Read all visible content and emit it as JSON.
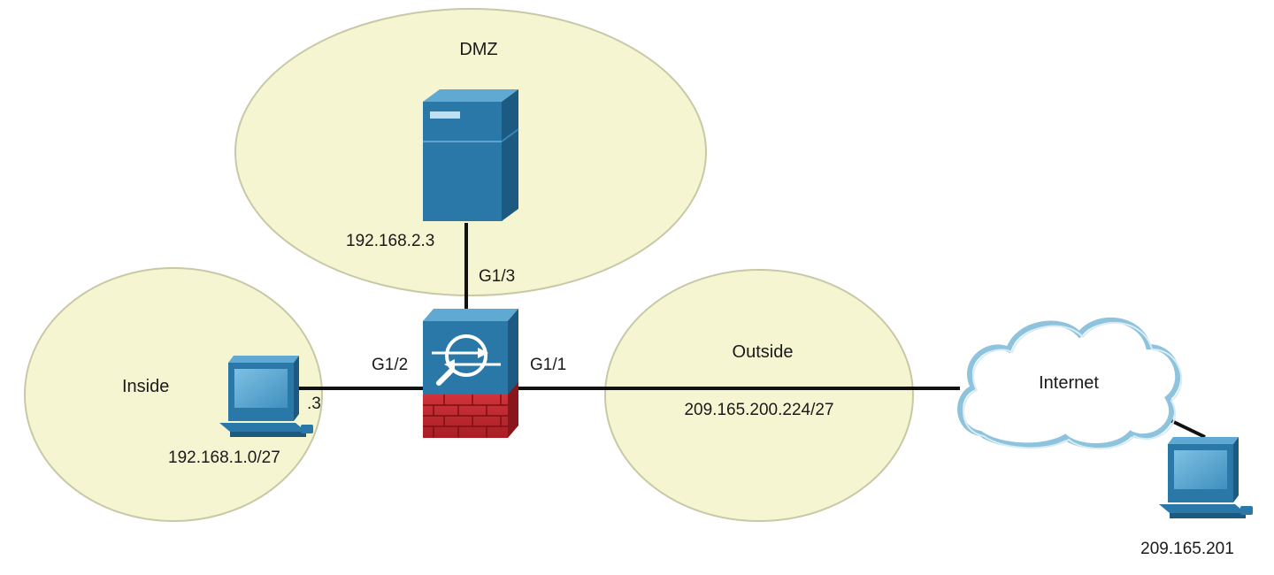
{
  "zones": {
    "dmz": "DMZ",
    "inside": "Inside",
    "outside": "Outside",
    "internet": "Internet"
  },
  "addresses": {
    "dmz_server": "192.168.2.3",
    "inside_network": "192.168.1.0/27",
    "inside_host_suffix": ".3",
    "outside_network": "209.165.200.224/27",
    "internet_host": "209.165.201"
  },
  "interfaces": {
    "g13": "G1/3",
    "g12": "G1/2",
    "g11": "G1/1"
  },
  "colors": {
    "zone_fill": "#f6f5d2",
    "zone_stroke": "#c9c8a6",
    "device_blue": "#2a78a8",
    "device_dark": "#1c5a82",
    "brick_red": "#c0272d",
    "cloud_stroke": "#8ec3dd",
    "link": "#111111"
  },
  "icons": {
    "server": "server-icon",
    "firewall": "firewall-icon",
    "inside_pc": "workstation-icon",
    "internet_pc": "workstation-icon",
    "internet": "cloud-icon"
  }
}
